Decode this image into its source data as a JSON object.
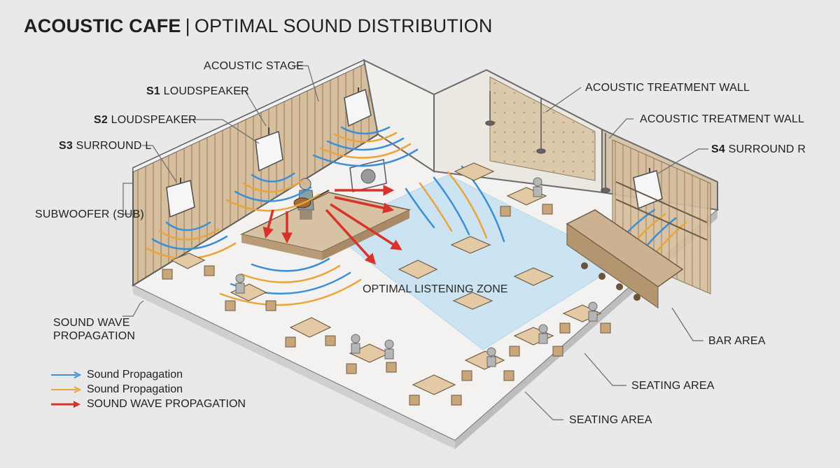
{
  "title": {
    "bold": "ACOUSTIC CAFE",
    "separator": "|",
    "rest": "OPTIMAL SOUND DISTRIBUTION"
  },
  "labels": {
    "acoustic_stage": "ACOUSTIC STAGE",
    "s1": {
      "code": "S1",
      "text": "LOUDSPEAKER"
    },
    "s2": {
      "code": "S2",
      "text": "LOUDSPEAKER"
    },
    "s3": {
      "code": "S3",
      "text": "SURROUND L"
    },
    "s4": {
      "code": "S4",
      "text": "SURROUND R"
    },
    "subwoofer": "SUBWOOFER (SUB)",
    "treatment_wall_1": "ACOUSTIC TREATMENT WALL",
    "treatment_wall_2": "ACOUSTIC TREATMENT WALL",
    "wave_propagation_line1": "SOUND WAVE",
    "wave_propagation_line2": "PROPAGATION",
    "optimal_zone": "OPTIMAL LISTENING ZONE",
    "bar_area": "BAR AREA",
    "seating_area_1": "SEATING AREA",
    "seating_area_2": "SEATING AREA"
  },
  "legend": [
    {
      "label": "Sound Propagation",
      "color": "#3a8fd6"
    },
    {
      "label": "Sound Propagation",
      "color": "#e9a53a"
    },
    {
      "label": "SOUND WAVE PROPAGATION",
      "color": "#d8322b"
    }
  ],
  "colors": {
    "blue_wave": "#3a8fd6",
    "orange_wave": "#e9a53a",
    "red_arrow": "#d8322b",
    "zone": "#bfe0f2",
    "wood": "#d9c3a5"
  }
}
